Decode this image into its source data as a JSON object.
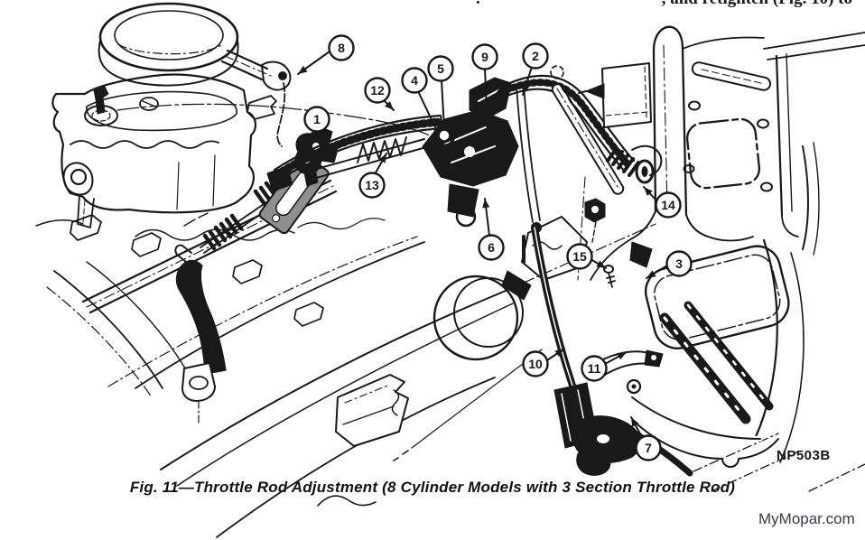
{
  "page": {
    "background": "#ffffff",
    "ink": "#191919",
    "top_text_left_fragment": ".",
    "top_text": ", and retighten (Fig. 10) to",
    "caption": "Fig. 11—Throttle Rod Adjustment (8 Cylinder Models with 3 Section Throttle Rod)",
    "figure_code": "NP503B",
    "watermark": "MyMopar.com"
  },
  "diagram": {
    "description": "Exploded line illustration of throttle rod linkage from carburetor to firewall bellcrank, 8 cylinder models, 3 section throttle rod",
    "callouts": [
      {
        "number": "1"
      },
      {
        "number": "2"
      },
      {
        "number": "3"
      },
      {
        "number": "4"
      },
      {
        "number": "5"
      },
      {
        "number": "6"
      },
      {
        "number": "7"
      },
      {
        "number": "8"
      },
      {
        "number": "9"
      },
      {
        "number": "10"
      },
      {
        "number": "11"
      },
      {
        "number": "12"
      },
      {
        "number": "13"
      },
      {
        "number": "14"
      },
      {
        "number": "15"
      }
    ]
  }
}
